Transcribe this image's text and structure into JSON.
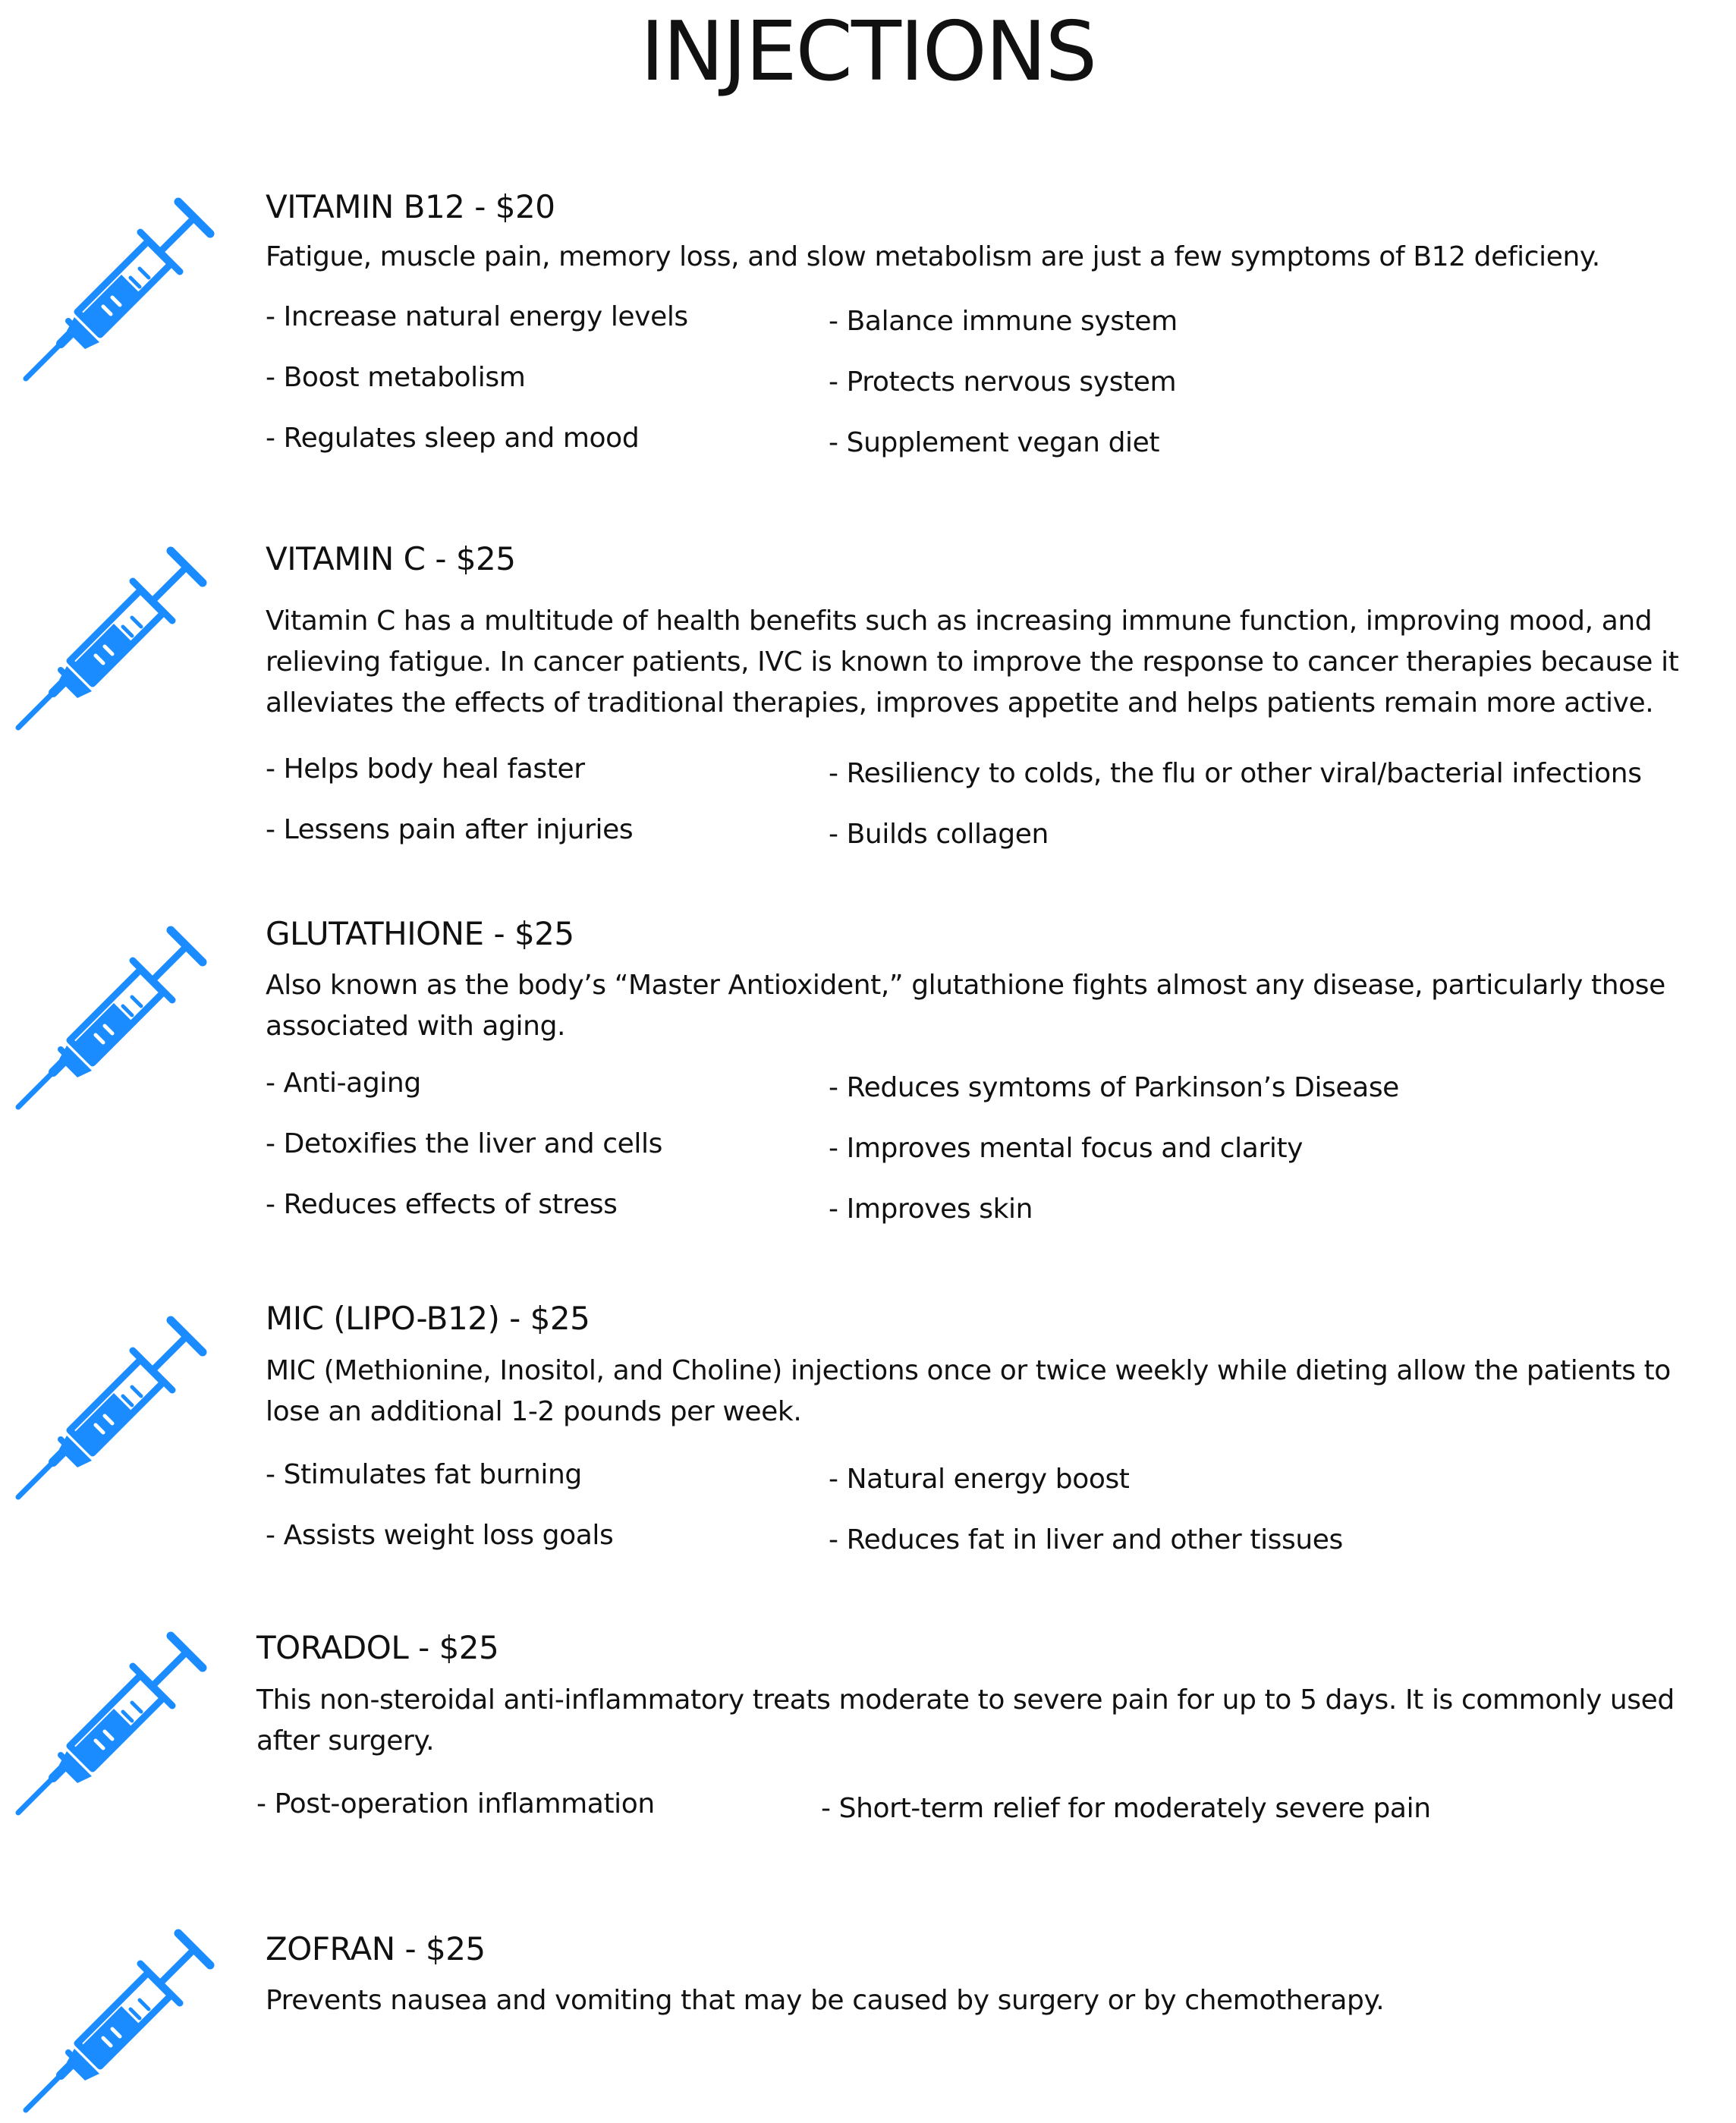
{
  "title": "INJECTIONS",
  "accent_color": "#1a8cff",
  "icon": "syringe-icon",
  "sections": [
    {
      "heading": "VITAMIN B12 - $20",
      "description": "Fatigue, muscle pain, memory loss, and slow metabolism are just a few symptoms of B12 deficieny.",
      "benefits_left": [
        "- Increase natural energy levels",
        "- Boost metabolism",
        "- Regulates sleep and mood"
      ],
      "benefits_right": [
        "- Balance immune system",
        "- Protects nervous system",
        "- Supplement vegan diet"
      ]
    },
    {
      "heading": "VITAMIN C - $25",
      "description": "Vitamin C has a multitude of health benefits such as increasing immune function, improving mood, and relieving fatigue. In cancer patients, IVC is known to improve the response to cancer therapies because it alleviates the effects of traditional therapies, improves appetite and helps patients remain more active.",
      "benefits_left": [
        "- Helps body heal faster",
        "- Lessens pain after injuries"
      ],
      "benefits_right": [
        "- Resiliency to colds, the flu or other viral/bacterial infections",
        "- Builds collagen"
      ]
    },
    {
      "heading": "GLUTATHIONE - $25",
      "description": "Also known as the body’s  “Master Antioxident,” glutathione fights almost any disease, particularly those associated with aging.",
      "benefits_left": [
        "- Anti-aging",
        "- Detoxifies the liver and cells",
        "- Reduces effects of stress"
      ],
      "benefits_right": [
        "- Reduces symtoms of Parkinson’s Disease",
        "- Improves mental focus and clarity",
        "- Improves skin"
      ]
    },
    {
      "heading": "MIC (LIPO-B12) - $25",
      "description": "MIC (Methionine, Inositol, and Choline) injections once or twice weekly while dieting allow the patients to lose an additional 1-2 pounds per week.",
      "benefits_left": [
        "- Stimulates fat burning",
        "- Assists weight loss goals"
      ],
      "benefits_right": [
        "- Natural energy boost",
        "- Reduces fat in liver and other tissues"
      ]
    },
    {
      "heading": "TORADOL - $25",
      "description": "This non-steroidal anti-inflammatory treats moderate to severe pain for up to 5 days. It is commonly used after surgery.",
      "benefits_left": [
        "- Post-operation inflammation"
      ],
      "benefits_right": [
        "- Short-term relief for moderately severe pain"
      ]
    },
    {
      "heading": "ZOFRAN - $25",
      "description": "Prevents nausea and vomiting that may be caused by surgery or by chemotherapy.",
      "benefits_left": [],
      "benefits_right": []
    }
  ]
}
